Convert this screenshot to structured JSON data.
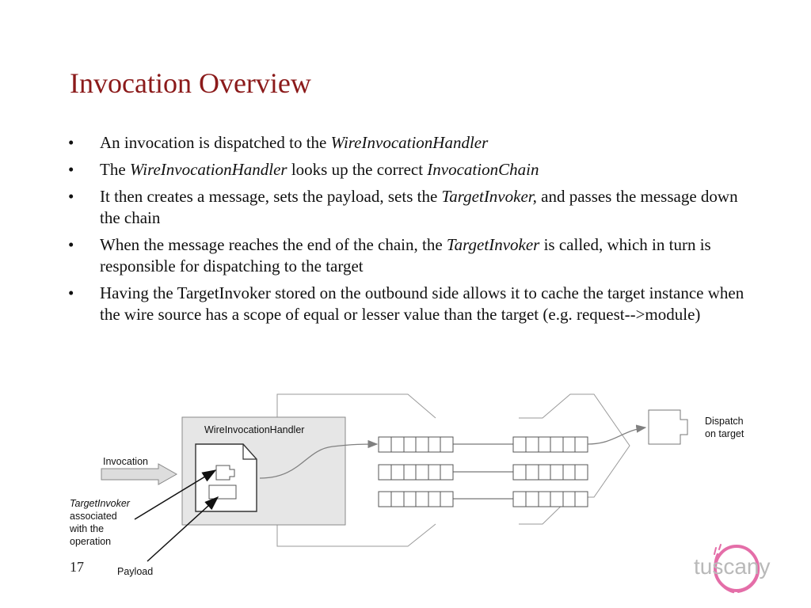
{
  "slide": {
    "title": "Invocation Overview",
    "bullets": [
      {
        "parts": [
          "An invocation is dispatched to the ",
          "WireInvocationHandler"
        ]
      },
      {
        "parts": [
          "The ",
          "WireInvocationHandler",
          " looks up the correct ",
          "InvocationChain"
        ]
      },
      {
        "parts": [
          "It then creates a message, sets the payload, sets the ",
          "TargetInvoker,",
          " and passes the message down the chain"
        ]
      },
      {
        "parts": [
          "When the message reaches the end of the chain, the ",
          "TargetInvoker",
          " is called, which in turn is responsible for dispatching to the target"
        ]
      },
      {
        "parts": [
          "Having the TargetInvoker stored on the outbound side allows it to cache the target instance when the wire source has a scope of equal or lesser value than the target (e.g. request-->module)"
        ]
      }
    ],
    "slide_number": "17"
  },
  "diagram": {
    "handler_label": "WireInvocationHandler",
    "invocation_label": "Invocation",
    "target_invoker_label": "TargetInvoker",
    "target_invoker_caption_1": "associated",
    "target_invoker_caption_2": "with the",
    "target_invoker_caption_3": "operation",
    "payload_label": "Payload",
    "dispatch_label_1": "Dispatch",
    "dispatch_label_2": "on target"
  },
  "logo": {
    "text": "tuscany",
    "ring_color": "#e0559a"
  },
  "colors": {
    "title": "#8b1a1a",
    "handler_box": "#e6e6e6"
  }
}
